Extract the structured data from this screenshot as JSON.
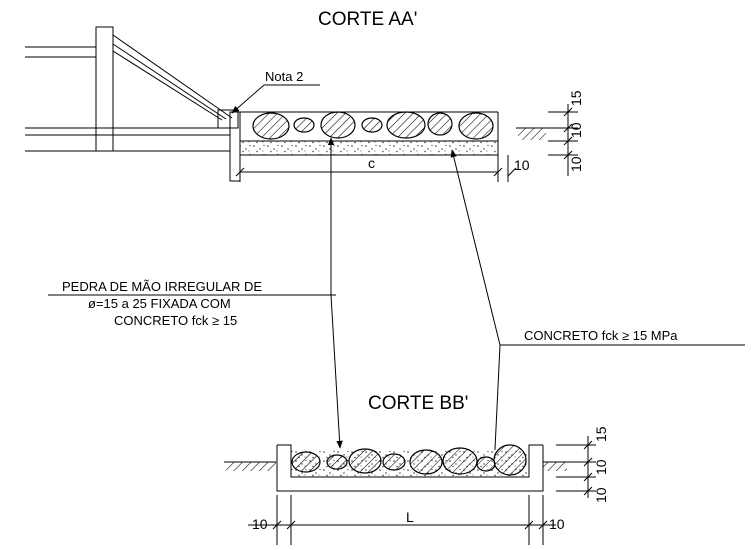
{
  "sections": {
    "aa": {
      "title": "CORTE AA'",
      "note_label": "Nota 2",
      "dim_c": "c",
      "dim_side": "10",
      "dim_top": "15",
      "dim_mid": "10",
      "dim_bottom": "10"
    },
    "bb": {
      "title": "CORTE BB'",
      "dim_left": "10",
      "dim_l": "L",
      "dim_right": "10",
      "dim_top": "15",
      "dim_mid": "10",
      "dim_bottom": "10"
    }
  },
  "callouts": {
    "stone": {
      "line1": "PEDRA DE MÃO IRREGULAR DE",
      "line2": "ø=15 a 25 FIXADA COM",
      "line3": "CONCRETO fck ≥ 15"
    },
    "concrete": {
      "line1": "CONCRETO fck ≥ 15 MPa"
    }
  }
}
